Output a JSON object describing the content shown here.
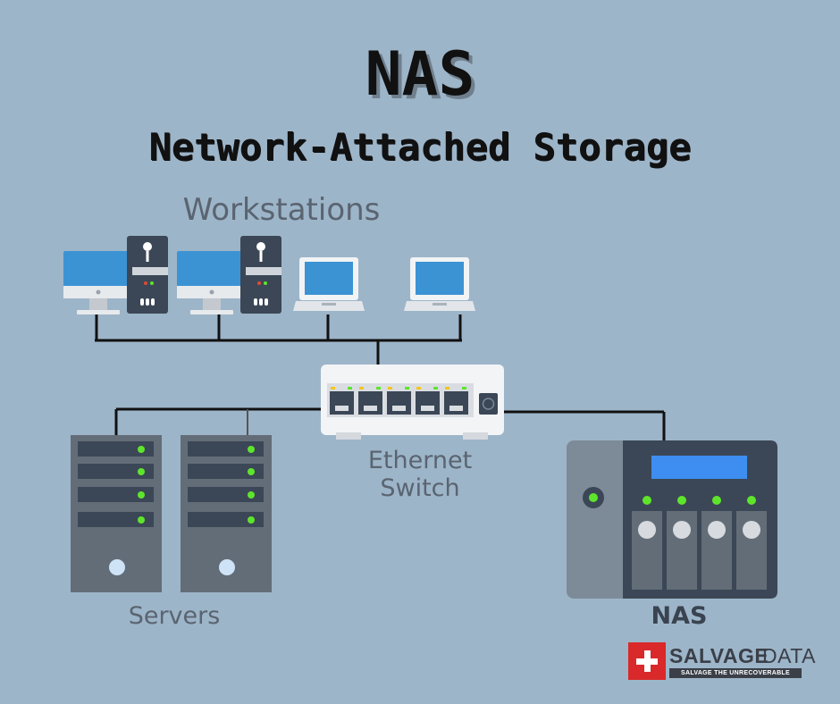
{
  "title": "NAS",
  "subtitle": "Network-Attached Storage",
  "labels": {
    "workstations": "Workstations",
    "switch_line1": "Ethernet",
    "switch_line2": "Switch",
    "servers": "Servers",
    "nas": "NAS"
  },
  "logo": {
    "brand_part1": "SALVAGE",
    "brand_part2": "DATA",
    "tagline": "SALVAGE THE UNRECOVERABLE"
  },
  "colors": {
    "background": "#9db5c9",
    "device_dark": "#3b4756",
    "server_body": "#636d78",
    "screen_blue": "#3c93d4",
    "led_green": "#5ee52b",
    "nas_display": "#3d8ef0",
    "logo_red": "#d9292a"
  },
  "icons": [
    "desktop-monitor-icon",
    "tower-pc-icon",
    "laptop-icon",
    "ethernet-switch-icon",
    "server-rack-icon",
    "nas-device-icon"
  ]
}
